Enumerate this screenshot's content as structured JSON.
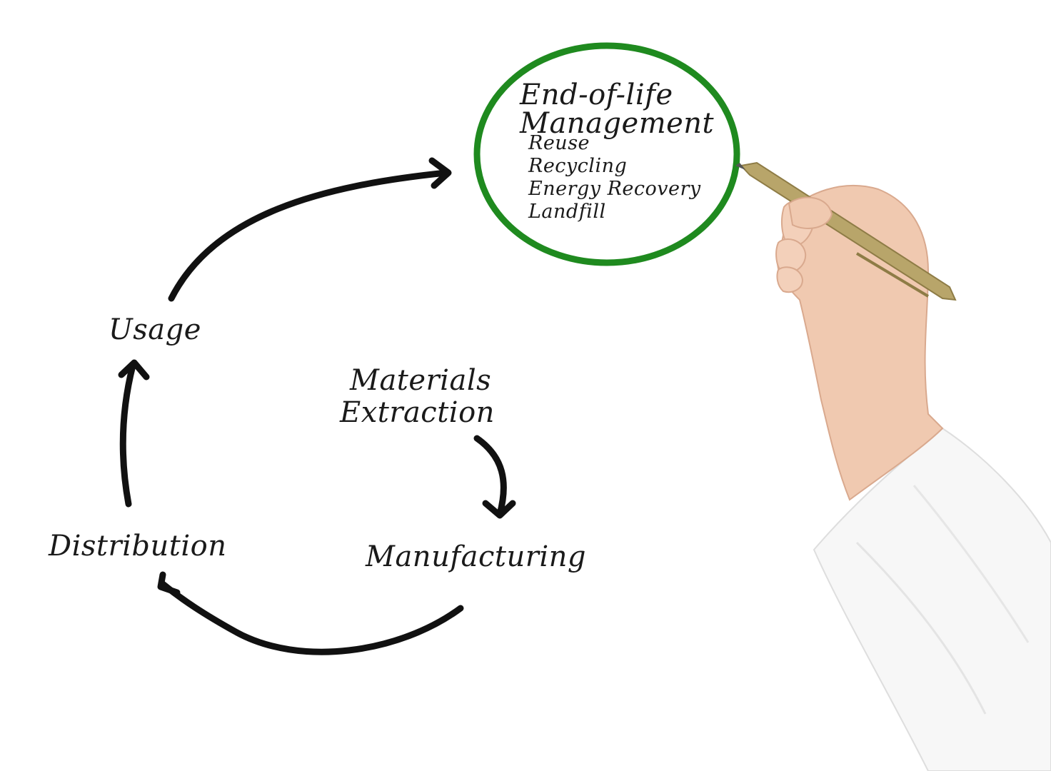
{
  "diagram": {
    "nodes": {
      "end_of_life": {
        "title_line1": "End-of-life",
        "title_line2": "Management",
        "options": [
          "Reuse",
          "Recycling",
          "Energy Recovery",
          "Landfill"
        ]
      },
      "usage": "Usage",
      "materials_line1": "Materials",
      "materials_line2": "Extraction",
      "distribution": "Distribution",
      "manufacturing": "Manufacturing"
    },
    "edges": [
      {
        "from": "Materials Extraction",
        "to": "Manufacturing"
      },
      {
        "from": "Manufacturing",
        "to": "Distribution"
      },
      {
        "from": "Distribution",
        "to": "Usage"
      },
      {
        "from": "Usage",
        "to": "End-of-life Management"
      }
    ],
    "colors": {
      "ink": "#111111",
      "highlight_circle": "#1f8a1f",
      "pen_body": "#b8a56a",
      "skin": "#f0c9b0",
      "sleeve": "#f7f7f7"
    }
  }
}
